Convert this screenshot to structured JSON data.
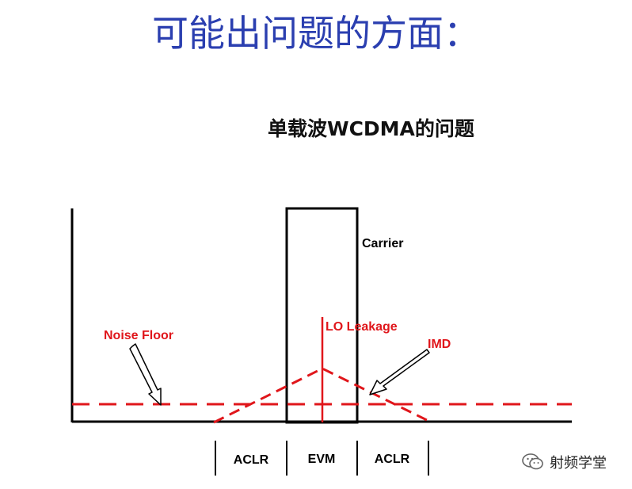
{
  "title": "可能出问题的方面：",
  "subtitle": "单载波WCDMA的问题",
  "labels": {
    "carrier": "Carrier",
    "noise_floor": "Noise Floor",
    "lo_leakage": "LO Leakage",
    "imd": "IMD"
  },
  "regions": {
    "left": "ACLR",
    "center": "EVM",
    "right": "ACLR"
  },
  "watermark": {
    "text": "射频学堂",
    "icon": "wechat-icon"
  },
  "colors": {
    "title": "#2b3fb0",
    "red": "#e0161b",
    "black": "#000000"
  }
}
